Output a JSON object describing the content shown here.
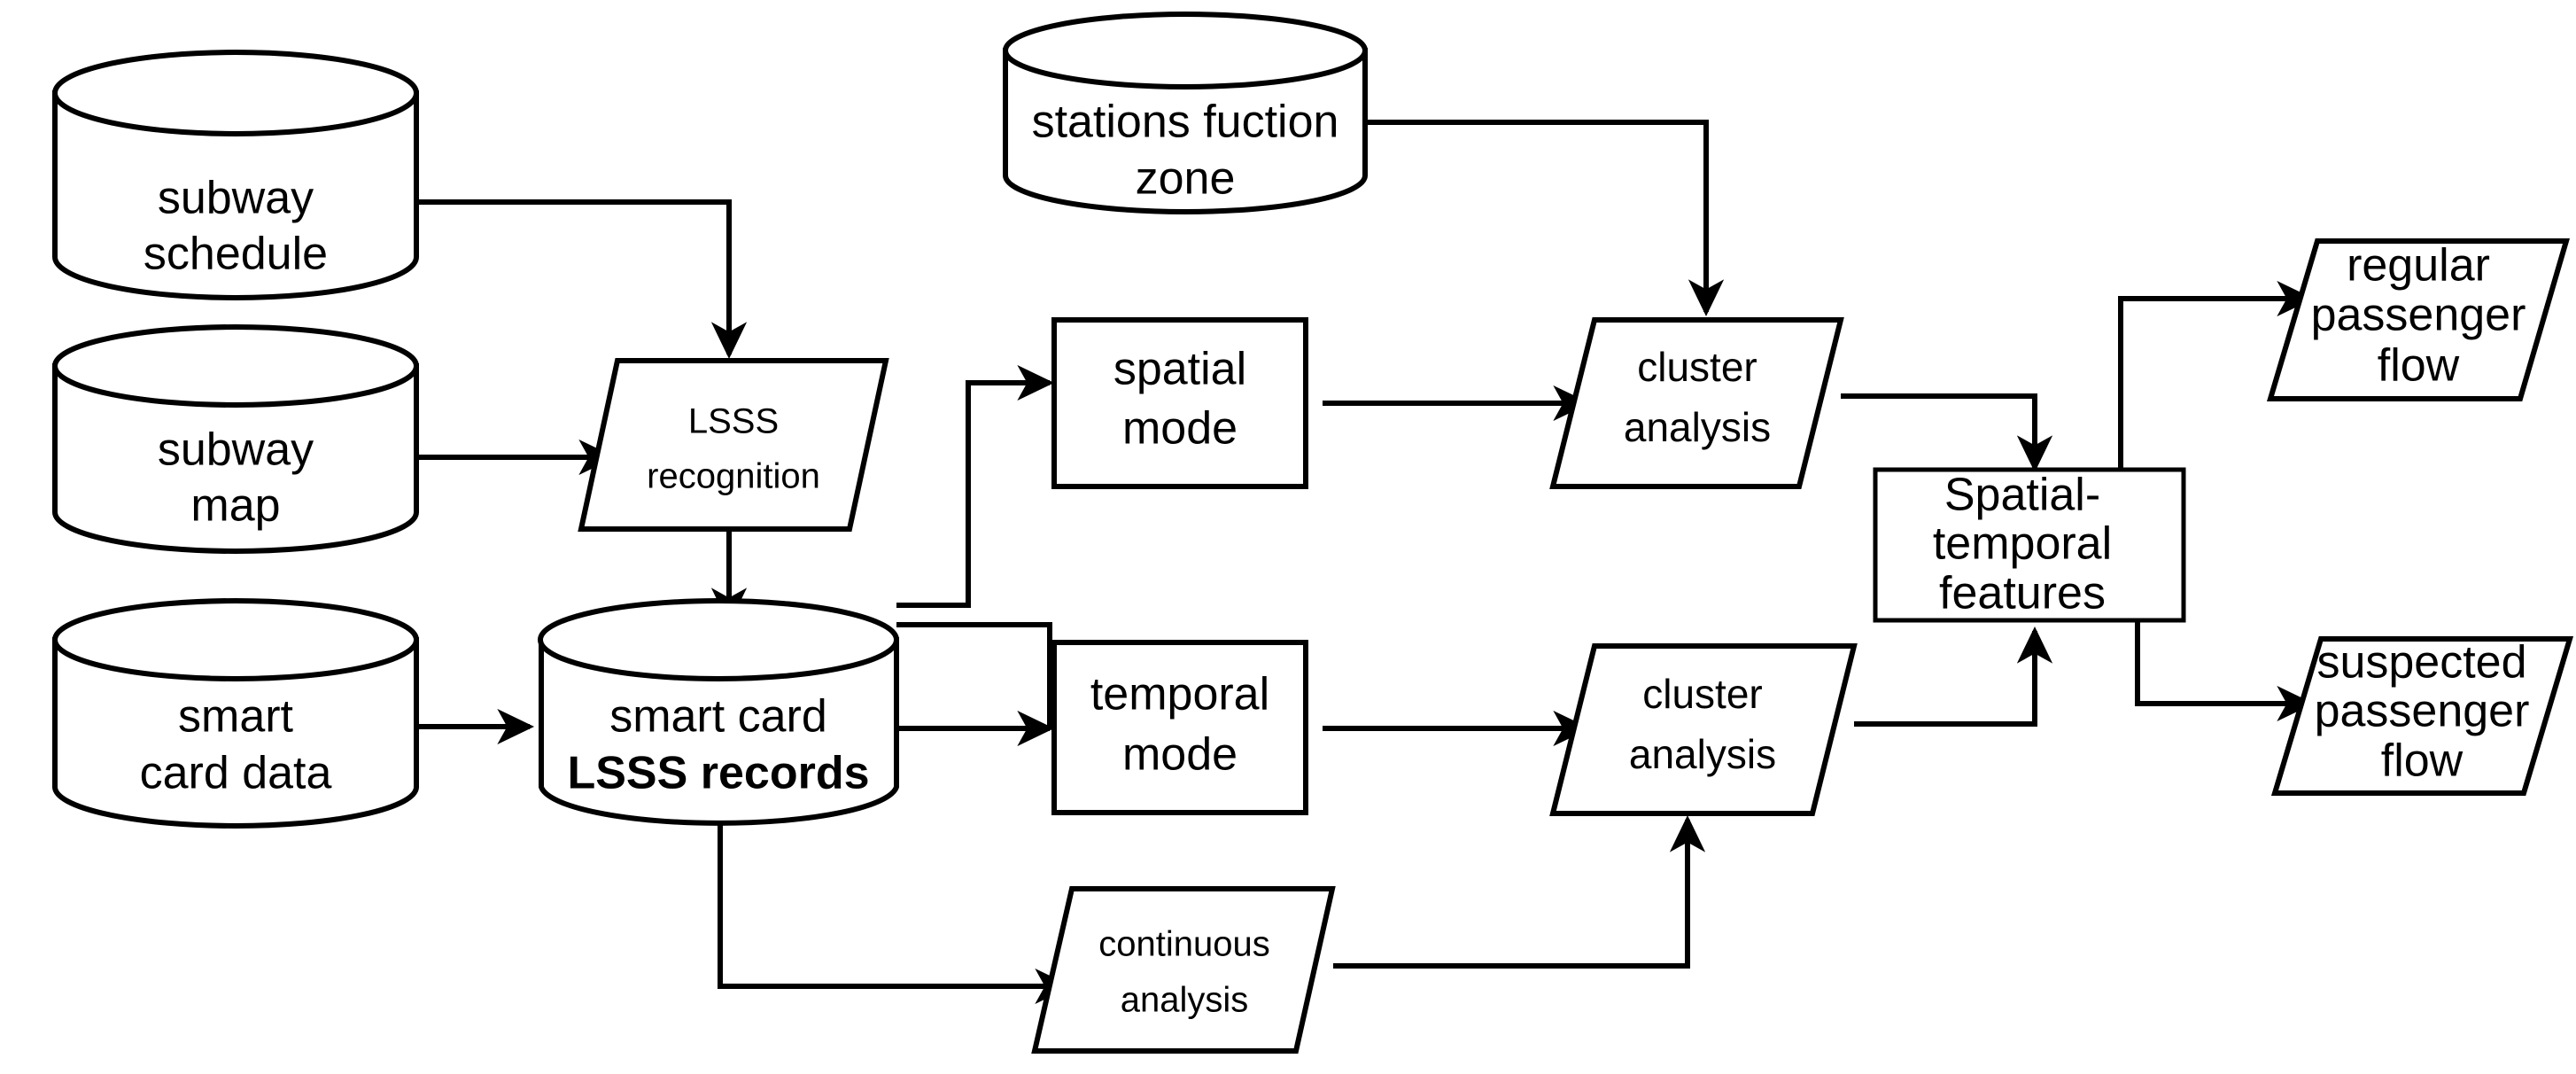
{
  "diagram": {
    "title": "subway passenger flow analysis flowchart",
    "background_color": "#ffffff",
    "stroke_color": "#000000",
    "nodes": [
      {
        "id": "subway-schedule",
        "shape": "cylinder",
        "lines": [
          "subway",
          "schedule"
        ]
      },
      {
        "id": "subway-map",
        "shape": "cylinder",
        "lines": [
          "subway",
          "map"
        ]
      },
      {
        "id": "smart-card-data",
        "shape": "cylinder",
        "lines": [
          "smart",
          "card data"
        ]
      },
      {
        "id": "stations-fuction-zone",
        "shape": "cylinder",
        "lines": [
          "stations fuction",
          "zone"
        ]
      },
      {
        "id": "smart-card-lsss-records",
        "shape": "cylinder",
        "lines": [
          "smart card",
          "LSSS records"
        ]
      },
      {
        "id": "lsss-recognition",
        "shape": "parallelogram",
        "lines": [
          "LSSS",
          "recognition"
        ]
      },
      {
        "id": "spatial-mode",
        "shape": "rectangle",
        "lines": [
          "spatial",
          "mode"
        ]
      },
      {
        "id": "temporal-mode",
        "shape": "rectangle",
        "lines": [
          "temporal",
          "mode"
        ]
      },
      {
        "id": "continuous-analysis",
        "shape": "parallelogram",
        "lines": [
          "continuous",
          "analysis"
        ]
      },
      {
        "id": "cluster-analysis-spatial",
        "shape": "parallelogram",
        "lines": [
          "cluster",
          "analysis"
        ]
      },
      {
        "id": "cluster-analysis-temporal",
        "shape": "parallelogram",
        "lines": [
          "cluster",
          "analysis"
        ]
      },
      {
        "id": "spatial-temporal-features",
        "shape": "rectangle",
        "lines": [
          "Spatial-",
          "temporal",
          "features"
        ]
      },
      {
        "id": "regular-passenger-flow",
        "shape": "parallelogram",
        "lines": [
          "regular",
          "passenger",
          "flow"
        ]
      },
      {
        "id": "suspected-passenger-flow",
        "shape": "parallelogram",
        "lines": [
          "suspected",
          "passenger",
          "flow"
        ]
      }
    ],
    "edges": [
      {
        "id": "schedule-to-lsss",
        "from": "subway-schedule",
        "to": "lsss-recognition"
      },
      {
        "id": "map-to-lsss",
        "from": "subway-map",
        "to": "lsss-recognition"
      },
      {
        "id": "lsss-to-records",
        "from": "lsss-recognition",
        "to": "smart-card-lsss-records"
      },
      {
        "id": "carddata-to-records",
        "from": "smart-card-data",
        "to": "smart-card-lsss-records"
      },
      {
        "id": "records-to-spatial",
        "from": "smart-card-lsss-records",
        "to": "spatial-mode"
      },
      {
        "id": "records-to-temporal",
        "from": "smart-card-lsss-records",
        "to": "temporal-mode"
      },
      {
        "id": "records-to-continuous",
        "from": "smart-card-lsss-records",
        "to": "continuous-analysis"
      },
      {
        "id": "spatial-to-cluster",
        "from": "spatial-mode",
        "to": "cluster-analysis-spatial"
      },
      {
        "id": "zone-to-cluster",
        "from": "stations-fuction-zone",
        "to": "cluster-analysis-spatial"
      },
      {
        "id": "temporal-to-cluster",
        "from": "temporal-mode",
        "to": "cluster-analysis-temporal"
      },
      {
        "id": "continuous-to-cluster",
        "from": "continuous-analysis",
        "to": "cluster-analysis-temporal"
      },
      {
        "id": "clusterspatial-to-features",
        "from": "cluster-analysis-spatial",
        "to": "spatial-temporal-features"
      },
      {
        "id": "clustertemporal-to-features",
        "from": "cluster-analysis-temporal",
        "to": "spatial-temporal-features"
      },
      {
        "id": "features-to-regular",
        "from": "spatial-temporal-features",
        "to": "regular-passenger-flow"
      },
      {
        "id": "features-to-suspected",
        "from": "spatial-temporal-features",
        "to": "suspected-passenger-flow"
      }
    ],
    "labels": {
      "subway_schedule_1": "subway",
      "subway_schedule_2": "schedule",
      "subway_map_1": "subway",
      "subway_map_2": "map",
      "smart_card_data_1": "smart",
      "smart_card_data_2": "card data",
      "stations_zone_1": "stations fuction",
      "stations_zone_2": "zone",
      "records_1": "smart card",
      "records_2": "LSSS records",
      "lsss_recognition_1": "LSSS",
      "lsss_recognition_2": "recognition",
      "spatial_mode_1": "spatial",
      "spatial_mode_2": "mode",
      "temporal_mode_1": "temporal",
      "temporal_mode_2": "mode",
      "continuous_analysis_1": "continuous",
      "continuous_analysis_2": "analysis",
      "cluster_spatial_1": "cluster",
      "cluster_spatial_2": "analysis",
      "cluster_temporal_1": "cluster",
      "cluster_temporal_2": "analysis",
      "features_1": "Spatial-",
      "features_2": "temporal",
      "features_3": "features",
      "regular_flow_1": "regular",
      "regular_flow_2": "passenger",
      "regular_flow_3": "flow",
      "suspected_flow_1": "suspected",
      "suspected_flow_2": "passenger",
      "suspected_flow_3": "flow"
    }
  }
}
